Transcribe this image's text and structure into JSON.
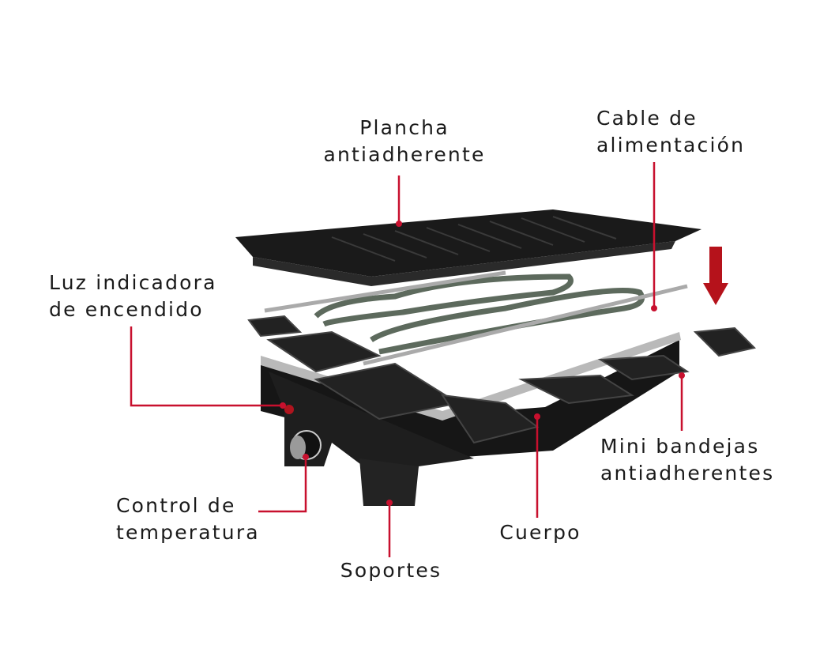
{
  "labels": {
    "griddle": [
      "Plancha",
      "antiadherente"
    ],
    "power_cable": [
      "Cable de",
      "alimentación"
    ],
    "power_light": [
      "Luz indicadora",
      "de encendido"
    ],
    "temperature_control": [
      "Control de",
      "temperatura"
    ],
    "feet": "Soportes",
    "body": "Cuerpo",
    "mini_trays": [
      "Mini bandejas",
      "antiadherentes"
    ]
  },
  "colors": {
    "callout": "#c8102e",
    "product": "#1c1c1c",
    "arrow": "#b5121b"
  }
}
